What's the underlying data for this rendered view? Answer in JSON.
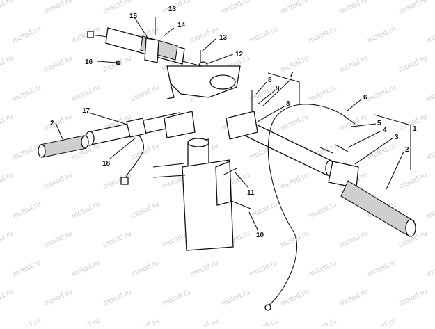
{
  "watermark": "motod.ru",
  "callouts": [
    {
      "id": "c13a",
      "text": "13"
    },
    {
      "id": "c15",
      "text": "15"
    },
    {
      "id": "c14",
      "text": "14"
    },
    {
      "id": "c13b",
      "text": "13"
    },
    {
      "id": "c16",
      "text": "16"
    },
    {
      "id": "c12",
      "text": "12"
    },
    {
      "id": "c7",
      "text": "7"
    },
    {
      "id": "c8a",
      "text": "8"
    },
    {
      "id": "c9",
      "text": "9"
    },
    {
      "id": "c8b",
      "text": "8"
    },
    {
      "id": "c6",
      "text": "6"
    },
    {
      "id": "c17",
      "text": "17"
    },
    {
      "id": "c2a",
      "text": "2"
    },
    {
      "id": "c18",
      "text": "18"
    },
    {
      "id": "c5",
      "text": "5"
    },
    {
      "id": "c4",
      "text": "4"
    },
    {
      "id": "c3",
      "text": "3"
    },
    {
      "id": "c1",
      "text": "1"
    },
    {
      "id": "c2b",
      "text": "2"
    },
    {
      "id": "c11",
      "text": "11"
    },
    {
      "id": "c10",
      "text": "10"
    }
  ]
}
